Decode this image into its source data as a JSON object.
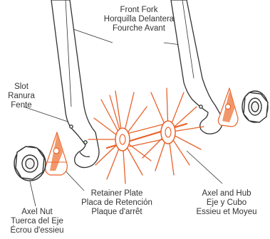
{
  "labels": {
    "front_fork": [
      "Front Fork",
      "Horquilla Delantera",
      "Fourche Avant"
    ],
    "slot": [
      "Slot",
      "Ranura",
      "Fente"
    ],
    "retainer_plate": [
      "Retainer Plate",
      "Placa de Retención",
      "Plaque d'arrêt"
    ],
    "axel_hub": [
      "Axel and Hub",
      "Eje y Cubo",
      "Essieu et Moyeu"
    ],
    "axel_nut": [
      "Axel Nut",
      "Tuerca del Eje",
      "Écrou d'essieu"
    ]
  },
  "colors": {
    "line": "#333333",
    "accent": "#e8622a",
    "accent_fill": "#f08550",
    "nut_fill": "#f2f2f2"
  }
}
